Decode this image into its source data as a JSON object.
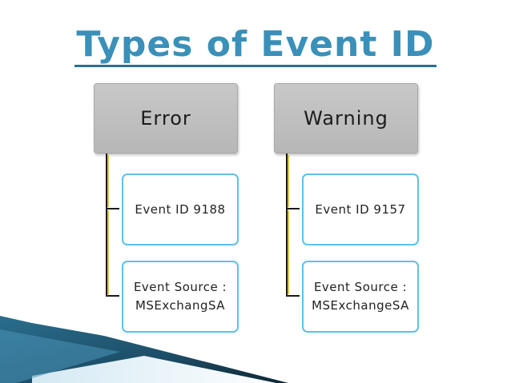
{
  "title": "Types of Event ID",
  "columns": [
    {
      "heading": "Error",
      "items": [
        {
          "line1": "Event ID 9188",
          "line2": ""
        },
        {
          "line1": "Event Source :",
          "line2": "MSExchangSA"
        }
      ]
    },
    {
      "heading": "Warning",
      "items": [
        {
          "line1": "Event ID 9157",
          "line2": ""
        },
        {
          "line1": "Event Source :",
          "line2": "MSExchangeSA"
        }
      ]
    }
  ],
  "colors": {
    "title": "#3a90b8",
    "heading_fill": "#bdbdbd",
    "child_border": "#5fc0e8",
    "connector": "#1a1a1a",
    "decoration": "#2d6f8f"
  }
}
